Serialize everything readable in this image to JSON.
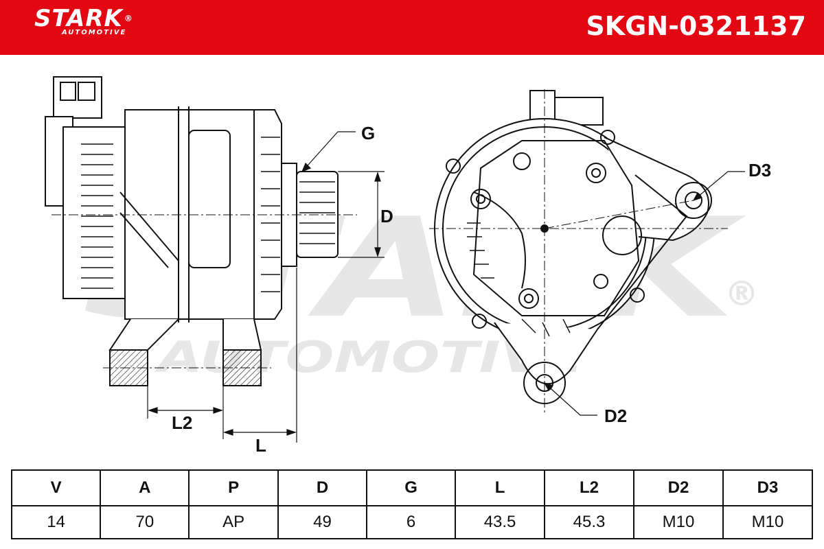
{
  "brand": {
    "name": "STARK",
    "reg": "®",
    "sub": "AUTOMOTIVE"
  },
  "part_number": "SKGN-0321137",
  "watermark": {
    "main": "STARK",
    "sub": "AUTOMOTIVE",
    "reg": "®"
  },
  "dimension_labels": {
    "g": "G",
    "d": "D",
    "d3": "D3",
    "d2": "D2",
    "l2": "L2",
    "l": "L"
  },
  "colors": {
    "header": "#e30613",
    "line": "#111111",
    "watermark": "#e6e6e6"
  },
  "spec_table": {
    "headers": [
      "V",
      "A",
      "P",
      "D",
      "G",
      "L",
      "L2",
      "D2",
      "D3"
    ],
    "values": [
      "14",
      "70",
      "AP",
      "49",
      "6",
      "43.5",
      "45.3",
      "M10",
      "M10"
    ]
  }
}
